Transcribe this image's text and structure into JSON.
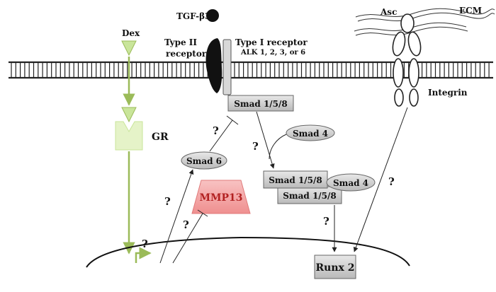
{
  "labels": {
    "tgf": "TGF-β3",
    "dex": "Dex",
    "type2_line1": "Type II",
    "type2_line2": "receptor",
    "type1": "Type I receptor",
    "alk": "ALK 1, 2, 3, or 6",
    "asc": "Asc",
    "ecm": "ECM",
    "integrin": "Integrin",
    "gr": "GR",
    "smad158_top": "Smad 1/5/8",
    "smad4_free": "Smad 4",
    "smad6": "Smad 6",
    "mmp13": "MMP13",
    "complex_smad158_a": "Smad 1/5/8",
    "complex_smad4": "Smad 4",
    "complex_smad158_b": "Smad 1/5/8",
    "runx2": "Runx 2"
  },
  "question_mark": "?",
  "colors": {
    "dex_green": "#c9e59a",
    "arrow_green": "#9bbb59",
    "gr_fill": "#e5f3c8",
    "smad_gray": "#cfcfcf",
    "mmp13_fill": "#f5a8a8",
    "receptor_black": "#111111",
    "receptor_gray": "#d8d8d8",
    "line": "#222222"
  }
}
